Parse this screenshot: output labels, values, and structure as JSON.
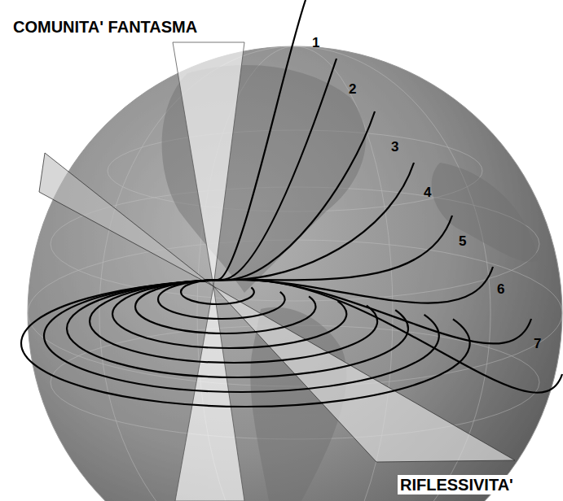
{
  "diagram": {
    "labels": [
      "COMUNITA' FANTASMA",
      "1",
      "2",
      "3",
      "4",
      "5",
      "6",
      "7",
      "RIFLESSIVITA'"
    ]
  }
}
